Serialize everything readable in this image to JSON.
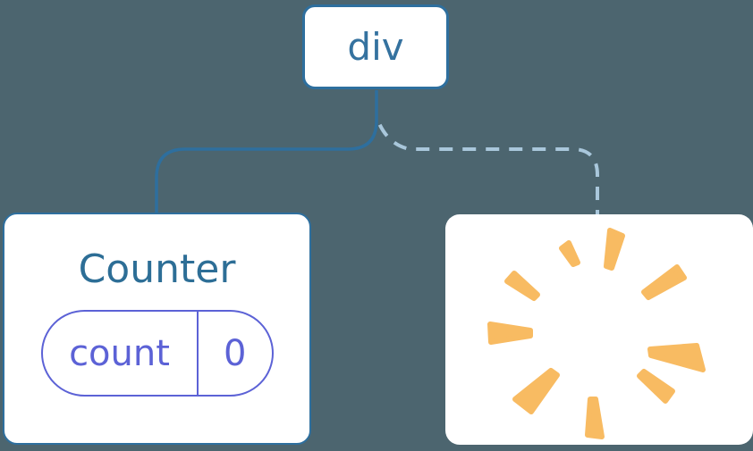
{
  "canvas": {
    "background": "#4C656F"
  },
  "root_node": {
    "label": "div"
  },
  "counter_card": {
    "title": "Counter",
    "state_pill": {
      "name": "count",
      "value": "0"
    }
  },
  "removed_card": {
    "icon": "poof-starburst"
  },
  "edges": {
    "left_style": "solid",
    "right_style": "dashed"
  },
  "colors": {
    "background": "#4C656F",
    "card_bg": "#FFFFFF",
    "node_border": "#2E6F9E",
    "node_text": "#35729F",
    "title_text": "#2D6E96",
    "state_accent": "#5C62D6",
    "solid_edge": "#2E6F9E",
    "dashed_edge": "#A9C7DB",
    "poof": "#F8BB62"
  }
}
